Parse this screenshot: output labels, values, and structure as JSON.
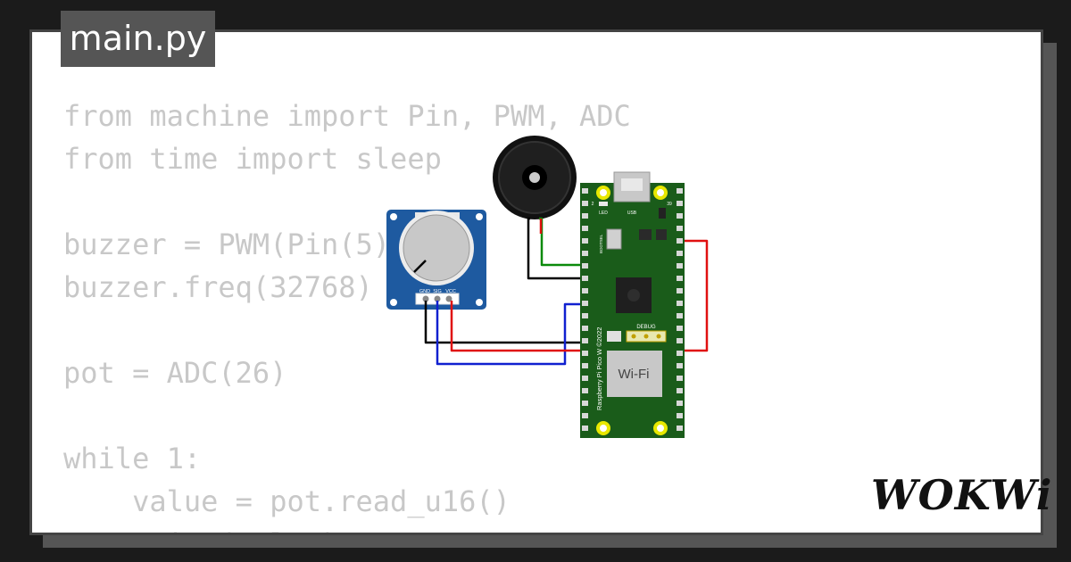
{
  "tab": {
    "filename": "main.py"
  },
  "code": {
    "lines": [
      "from machine import Pin, PWM, ADC",
      "from time import sleep",
      "",
      "buzzer = PWM(Pin(5))",
      "buzzer.freq(32768)",
      "",
      "pot = ADC(26)",
      "",
      "while 1:",
      "    value = pot.read_u16()",
      "    print(value)"
    ]
  },
  "pot": {
    "pin_labels": [
      "GND",
      "SIG",
      "VCC"
    ]
  },
  "pico": {
    "led_label": "LED",
    "usb_label": "USB",
    "debug_label": "DEBUG",
    "wifi_label": "Wi-Fi",
    "board_label": "Raspberry Pi Pico W ©2022",
    "bootsel_label": "BOOTSEL",
    "pin_num_left": "2",
    "pin_num_right": "39"
  },
  "brand": {
    "logo": "WOKWi"
  },
  "colors": {
    "background": "#1b1b1b",
    "card": "#ffffff",
    "tab": "#555555",
    "code_text": "#c8c8c8",
    "board_green": "#1a5c1a",
    "pot_blue": "#1e5aa0",
    "wire_red": "#e01010",
    "wire_green": "#0a8a0a",
    "wire_blue": "#1020d0",
    "wire_black": "#000000"
  }
}
